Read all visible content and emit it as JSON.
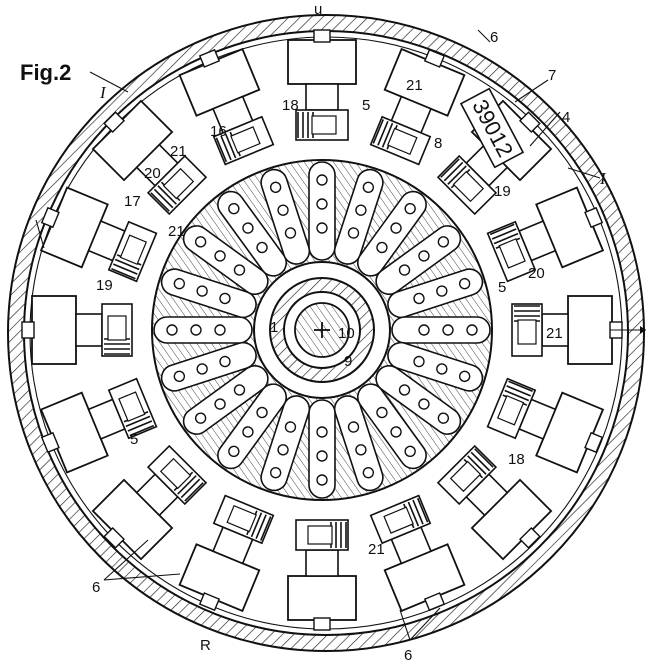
{
  "figure": {
    "title": "Fig.2",
    "section_marks": [
      "I",
      "I"
    ],
    "labels": {
      "u": "u",
      "R": "R",
      "l1": "1",
      "l4": "4",
      "l5": "5",
      "l6": "6",
      "l7": "7",
      "l8": "8",
      "l9": "9",
      "l10": "10",
      "l16": "16",
      "l17": "17",
      "l18": "18",
      "l19": "19",
      "l20": "20",
      "l21": "21"
    },
    "counter_text": "39012",
    "station_count": 16,
    "spoke_count": 20
  }
}
